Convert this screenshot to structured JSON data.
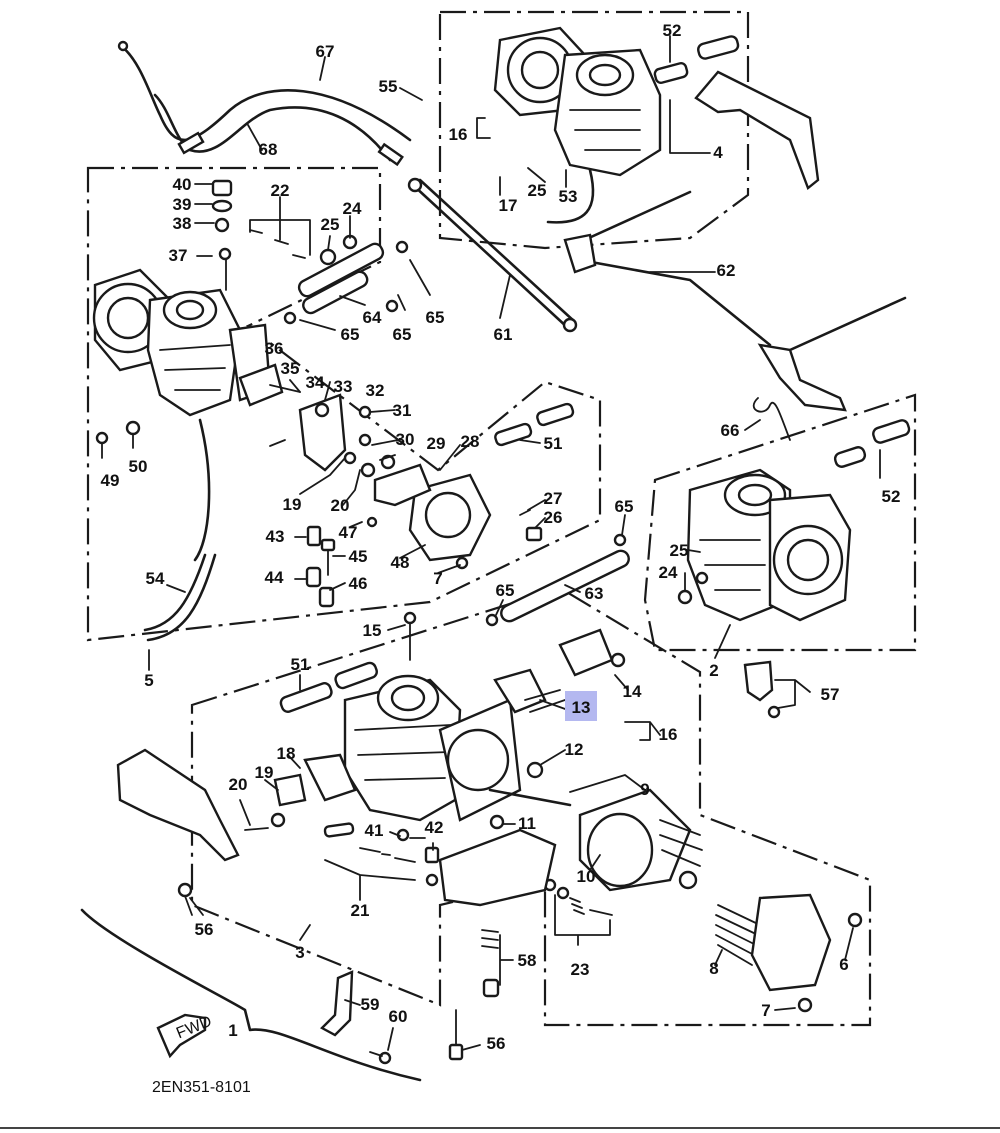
{
  "drawing_code": "2EN351-8101",
  "fwd_label": "FWD",
  "highlight_color": "#b4b8f0",
  "highlighted_part": "13",
  "part_numbers": {
    "p1": "1",
    "p2": "2",
    "p3": "3",
    "p4": "4",
    "p5": "5",
    "p6": "6",
    "p7": "7",
    "p8": "8",
    "p9": "9",
    "p10": "10",
    "p11": "11",
    "p12": "12",
    "p13": "13",
    "p14": "14",
    "p15": "15",
    "p16": "16",
    "p17": "17",
    "p18": "18",
    "p19": "19",
    "p20": "20",
    "p21": "21",
    "p22": "22",
    "p23": "23",
    "p24": "24",
    "p25": "25",
    "p26": "26",
    "p27": "27",
    "p28": "28",
    "p29": "29",
    "p30": "30",
    "p31": "31",
    "p32": "32",
    "p33": "33",
    "p34": "34",
    "p35": "35",
    "p36": "36",
    "p37": "37",
    "p38": "38",
    "p39": "39",
    "p40": "40",
    "p41": "41",
    "p42": "42",
    "p43": "43",
    "p44": "44",
    "p45": "45",
    "p46": "46",
    "p47": "47",
    "p48": "48",
    "p49": "49",
    "p50": "50",
    "p51": "51",
    "p52": "52",
    "p53": "53",
    "p54": "54",
    "p55": "55",
    "p56": "56",
    "p57": "57",
    "p58": "58",
    "p59": "59",
    "p60": "60",
    "p61": "61",
    "p62": "62",
    "p63": "63",
    "p64": "64",
    "p65": "65",
    "p66": "66",
    "p67": "67",
    "p68": "68"
  }
}
